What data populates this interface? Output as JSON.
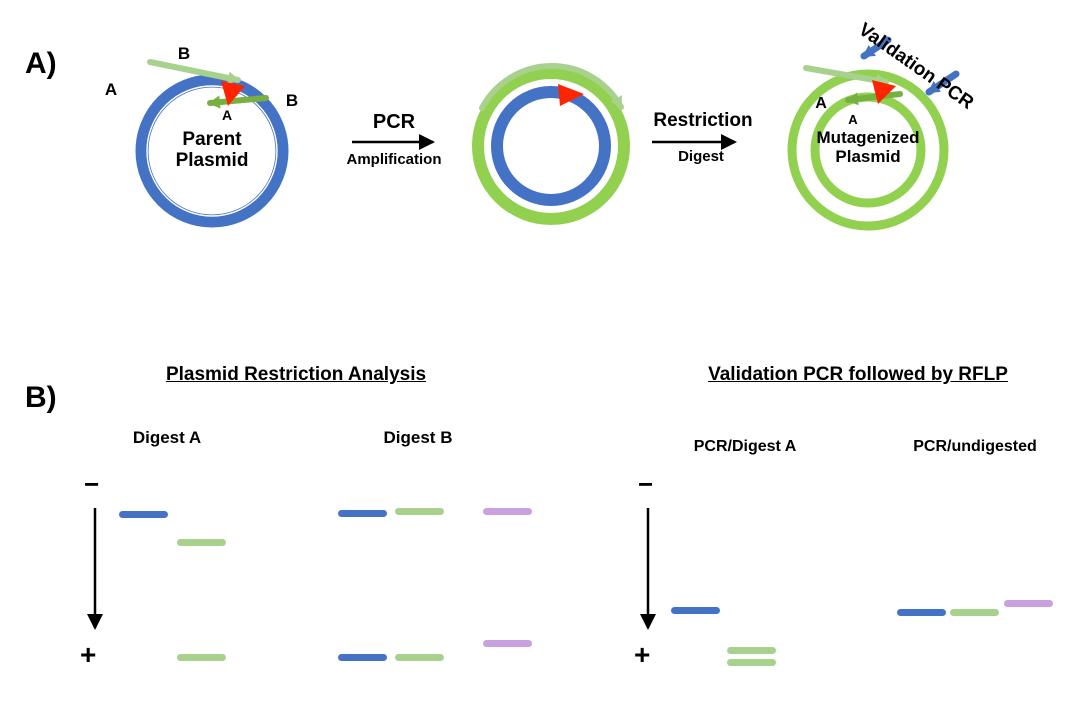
{
  "colors": {
    "blue": "#4472c4",
    "green_ring": "#92d050",
    "light_green": "#a9d18e",
    "dark_green": "#76b041",
    "purple": "#c9a0e0",
    "red": "#fe2400",
    "ink": "#000000",
    "background": "#ffffff"
  },
  "panel_a": {
    "label": "A)",
    "parent_plasmid": {
      "name_line1": "Parent",
      "name_line2": "Plasmid",
      "label_b_top": "B",
      "label_a_left": "A",
      "label_b_right": "B",
      "label_a_inner": "A"
    },
    "pcr_step": {
      "title": "PCR",
      "subtitle": "Amplification"
    },
    "restriction_step": {
      "title": "Restriction",
      "subtitle": "Digest"
    },
    "mutagenized_plasmid": {
      "name_line1": "Mutagenized",
      "name_line2": "Plasmid",
      "label_a_outer": "A",
      "label_a_inner": "A"
    },
    "validation_pcr_label": "Validation PCR"
  },
  "panel_b": {
    "label": "B)",
    "left_gel": {
      "title": "Plasmid Restriction Analysis",
      "lane_labels": [
        "Digest A",
        "Digest B"
      ],
      "electrode_top": "−",
      "electrode_bottom": "+"
    },
    "right_gel": {
      "title": "Validation PCR followed by RFLP",
      "lane_labels": [
        "PCR/Digest A",
        "PCR/undigested"
      ],
      "electrode_top": "−",
      "electrode_bottom": "+"
    },
    "bands": {
      "left_gel": [
        {
          "group": "Digest A",
          "color": "blue",
          "position": "top"
        },
        {
          "group": "Digest A",
          "color": "green",
          "position": "upper-middle"
        },
        {
          "group": "Digest A",
          "color": "green",
          "position": "bottom"
        },
        {
          "group": "Digest B",
          "color": "blue",
          "position": "top"
        },
        {
          "group": "Digest B",
          "color": "green",
          "position": "top"
        },
        {
          "group": "Digest B",
          "color": "purple",
          "position": "top"
        },
        {
          "group": "Digest B",
          "color": "blue",
          "position": "bottom"
        },
        {
          "group": "Digest B",
          "color": "green",
          "position": "bottom"
        },
        {
          "group": "Digest B",
          "color": "purple",
          "position": "lower-middle"
        }
      ],
      "right_gel": [
        {
          "group": "PCR/Digest A",
          "color": "blue",
          "position": "middle"
        },
        {
          "group": "PCR/Digest A",
          "color": "green",
          "position": "low-doublet-upper"
        },
        {
          "group": "PCR/Digest A",
          "color": "green",
          "position": "low-doublet-lower"
        },
        {
          "group": "PCR/undigested",
          "color": "blue",
          "position": "middle"
        },
        {
          "group": "PCR/undigested",
          "color": "green",
          "position": "middle"
        },
        {
          "group": "PCR/undigested",
          "color": "purple",
          "position": "upper-middle"
        }
      ]
    }
  }
}
